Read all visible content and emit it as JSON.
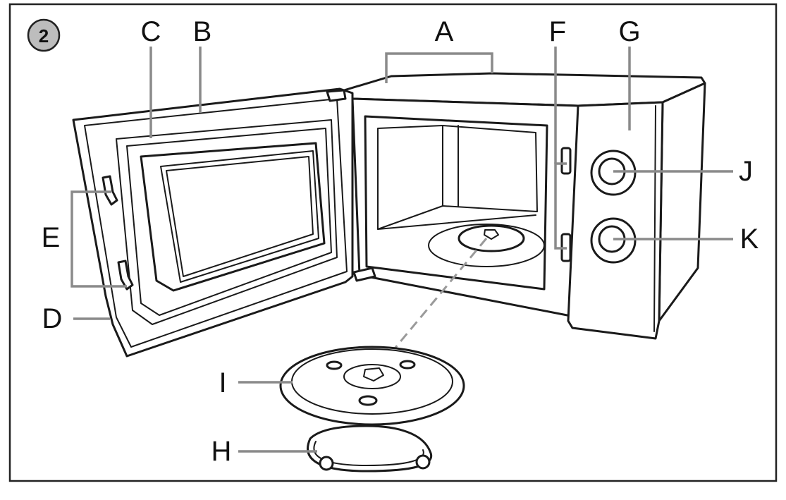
{
  "figure": {
    "number": "2",
    "labels": {
      "A": "A",
      "B": "B",
      "C": "C",
      "D": "D",
      "E": "E",
      "F": "F",
      "G": "G",
      "H": "H",
      "I": "I",
      "J": "J",
      "K": "K"
    }
  }
}
